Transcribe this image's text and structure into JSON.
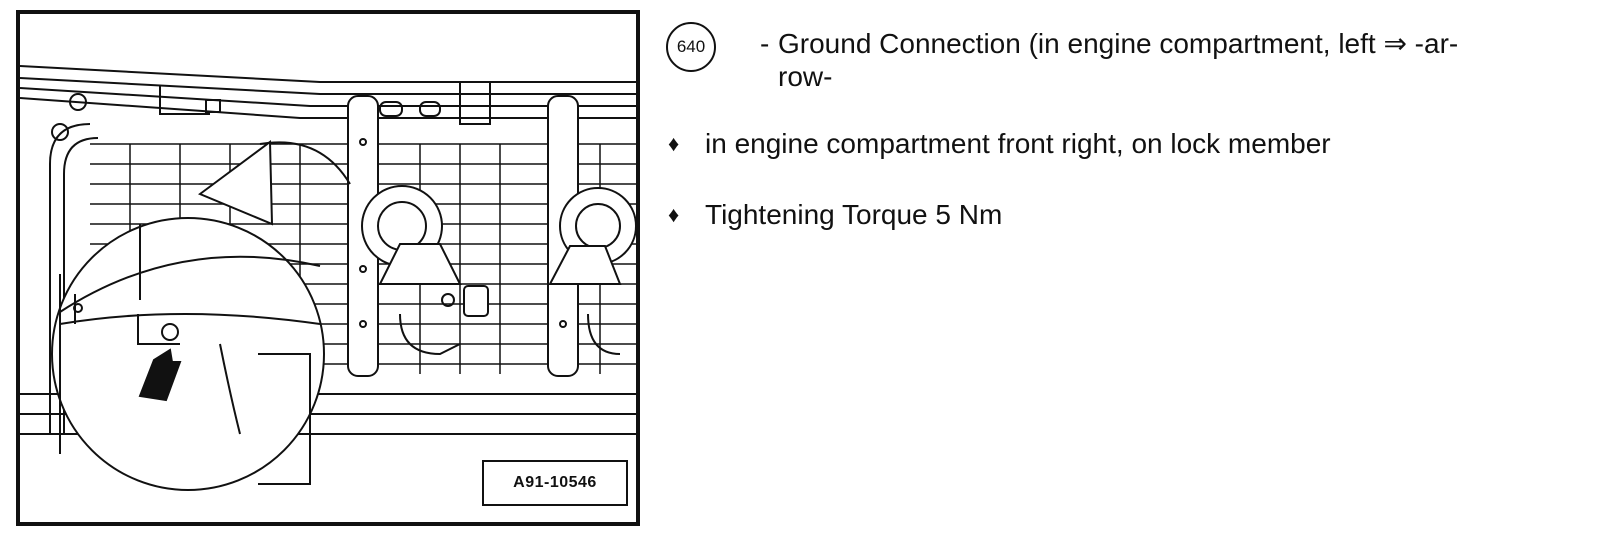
{
  "figure": {
    "label": "A91-10546"
  },
  "entry": {
    "callout_number": "640",
    "dash": "-",
    "title_line1": "Ground Connection (in engine compartment, left ⇒ -ar-",
    "title_line2": "row-"
  },
  "bullets": {
    "marker": "♦",
    "items": [
      "in engine compartment front right, on lock member",
      "Tightening Torque 5 Nm"
    ]
  }
}
